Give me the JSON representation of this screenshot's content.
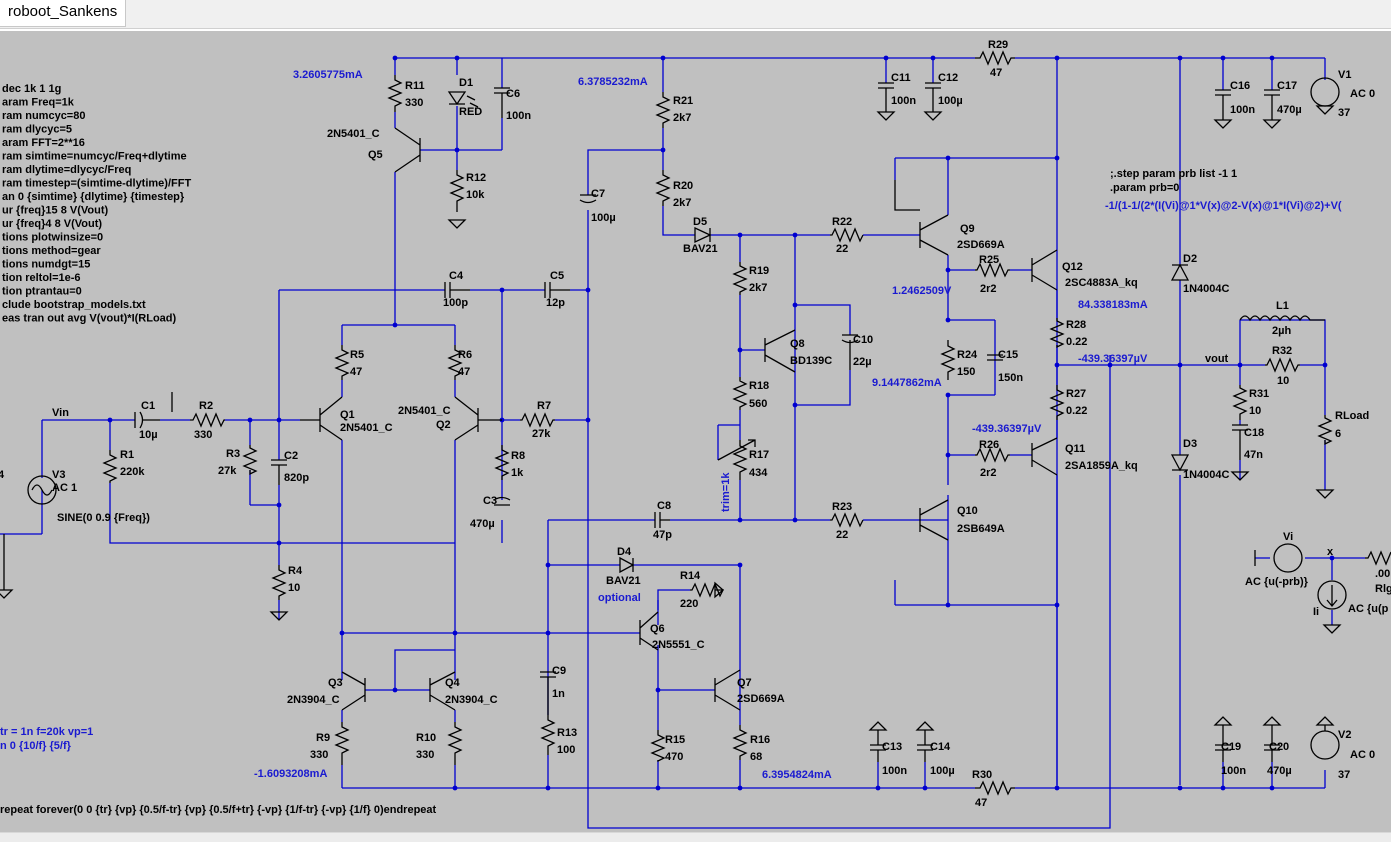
{
  "window": {
    "tab_title": "roboot_Sankens"
  },
  "colors": {
    "canvas_bg": "#c0c0c0",
    "wire": "#0000d0",
    "component": "#000000",
    "annotation": "#1a1ad0"
  },
  "directives": [
    "dec 1k 1 1g",
    "aram Freq=1k",
    "ram numcyc=80",
    "ram dlycyc=5",
    "aram FFT=2**16",
    "ram simtime=numcyc/Freq+dlytime",
    "ram dlytime=dlycyc/Freq",
    "ram timestep=(simtime-dlytime)/FFT",
    "an 0 {simtime} {dlytime} {timestep}",
    "ur {freq}15 8 V(Vout)",
    "ur {freq}4 8 V(Vout)",
    "tions plotwinsize=0",
    "tions method=gear",
    "tions numdgt=15",
    "tion reltol=1e-6",
    "tion ptrantau=0",
    "clude bootstrap_models.txt",
    "eas tran out avg V(vout)*I(RLoad)"
  ],
  "step_directives": [
    ";.step param prb list -1 1",
    ".param prb=0"
  ],
  "formula": "-1/(1-1/(2*(I(Vi)@1*V(x)@2-V(x)@1*I(Vi)@2)+V(",
  "pwl_params": [
    "tr = 1n f=20k vp=1",
    "n 0 {10/f} {5/f}"
  ],
  "pwl_source": "repeat forever(0 0 {tr} {vp} {0.5/f-tr} {vp} {0.5/f+tr} {-vp} {1/f-tr} {-vp} {1/f} 0)endrepeat",
  "annotations": {
    "i_r11": "3.2605775mA",
    "i_r21": "6.3785232mA",
    "v_q9": "1.2462509V",
    "i_q12": "84.338183mA",
    "v_out": "-439.36397µV",
    "i_r24": "9.1447862mA",
    "v_r26": "-439.36397µV",
    "i_r9": "-1.6093208mA",
    "i_q7": "6.3954824mA"
  },
  "net_labels": {
    "vin": "Vin",
    "vout": "vout",
    "x": "x"
  },
  "parts": {
    "r11": [
      "R11",
      "330"
    ],
    "d1": [
      "D1",
      "RED"
    ],
    "c6": [
      "C6",
      "100n"
    ],
    "q5": [
      "Q5",
      "2N5401_C"
    ],
    "r12": [
      "R12",
      "10k"
    ],
    "r21": [
      "R21",
      "2k7"
    ],
    "r20": [
      "R20",
      "2k7"
    ],
    "c7": [
      "C7",
      "100µ"
    ],
    "d5": [
      "D5",
      "BAV21"
    ],
    "c11": [
      "C11",
      "100n"
    ],
    "c12": [
      "C12",
      "100µ"
    ],
    "r29": [
      "R29",
      "47"
    ],
    "c16": [
      "C16",
      "100n"
    ],
    "c17": [
      "C17",
      "470µ"
    ],
    "v1": [
      "V1",
      "AC 0",
      "37"
    ],
    "c4": [
      "C4",
      "100p"
    ],
    "c5": [
      "C5",
      "12p"
    ],
    "r5": [
      "R5",
      "47"
    ],
    "r6": [
      "R6",
      "47"
    ],
    "q1": [
      "Q1",
      "2N5401_C"
    ],
    "q2": [
      "Q2",
      "2N5401_C"
    ],
    "c1": [
      "C1",
      "10µ"
    ],
    "r2": [
      "R2",
      "330"
    ],
    "r3": [
      "R3",
      "27k"
    ],
    "c2": [
      "C2",
      "820p"
    ],
    "r1": [
      "R1",
      "220k"
    ],
    "v3": [
      "V3",
      "AC 1",
      "SINE(0 0.9 {Freq})"
    ],
    "r7": [
      "R7",
      "27k"
    ],
    "r8": [
      "R8",
      "1k"
    ],
    "c3": [
      "C3",
      "470µ"
    ],
    "r4": [
      "R4",
      "10"
    ],
    "r19": [
      "R19",
      "2k7"
    ],
    "r22": [
      "R22",
      "22"
    ],
    "q8": [
      "Q8",
      "BD139C"
    ],
    "c10": [
      "C10",
      "22µ"
    ],
    "r18": [
      "R18",
      "560"
    ],
    "r17": [
      "R17",
      "434"
    ],
    "trim": "trim=1k",
    "q9": [
      "Q9",
      "2SD669A"
    ],
    "r25": [
      "R25",
      "2r2"
    ],
    "q12": [
      "Q12",
      "2SC4883A_kq"
    ],
    "r28": [
      "R28",
      "0.22"
    ],
    "r24": [
      "R24",
      "150"
    ],
    "c15": [
      "C15",
      "150n"
    ],
    "r27": [
      "R27",
      "0.22"
    ],
    "r26": [
      "R26",
      "2r2"
    ],
    "q11": [
      "Q11",
      "2SA1859A_kq"
    ],
    "q10": [
      "Q10",
      "2SB649A"
    ],
    "r23": [
      "R23",
      "22"
    ],
    "d2": [
      "D2",
      "1N4004C"
    ],
    "d3": [
      "D3",
      "1N4004C"
    ],
    "l1": [
      "L1",
      "2µh"
    ],
    "r32": [
      "R32",
      "10"
    ],
    "r31": [
      "R31",
      "10"
    ],
    "c18": [
      "C18",
      "47n"
    ],
    "rload": [
      "RLoad",
      "6"
    ],
    "c8": [
      "C8",
      "47p"
    ],
    "d4": [
      "D4",
      "BAV21"
    ],
    "optional": "optional",
    "r14": [
      "R14",
      "220"
    ],
    "q6": [
      "Q6",
      "2N5551_C"
    ],
    "c9": [
      "C9",
      "1n"
    ],
    "r13": [
      "R13",
      "100"
    ],
    "q7": [
      "Q7",
      "2SD669A"
    ],
    "r15": [
      "R15",
      "470"
    ],
    "r16": [
      "R16",
      "68"
    ],
    "q3": [
      "Q3",
      "2N3904_C"
    ],
    "q4": [
      "Q4",
      "2N3904_C"
    ],
    "r9": [
      "R9",
      "330"
    ],
    "r10": [
      "R10",
      "330"
    ],
    "c13": [
      "C13",
      "100n"
    ],
    "c14": [
      "C14",
      "100µ"
    ],
    "r30": [
      "R30",
      "47"
    ],
    "c19": [
      "C19",
      "100n"
    ],
    "c20": [
      "C20",
      "470µ"
    ],
    "v2": [
      "V2",
      "AC 0",
      "37"
    ],
    "vi": [
      "Vi",
      "AC {u(-prb)}"
    ],
    "ii": [
      "Ii",
      "AC {u(p"
    ],
    "rlg": [
      ".00",
      "Rlg"
    ],
    "v4": "4"
  }
}
